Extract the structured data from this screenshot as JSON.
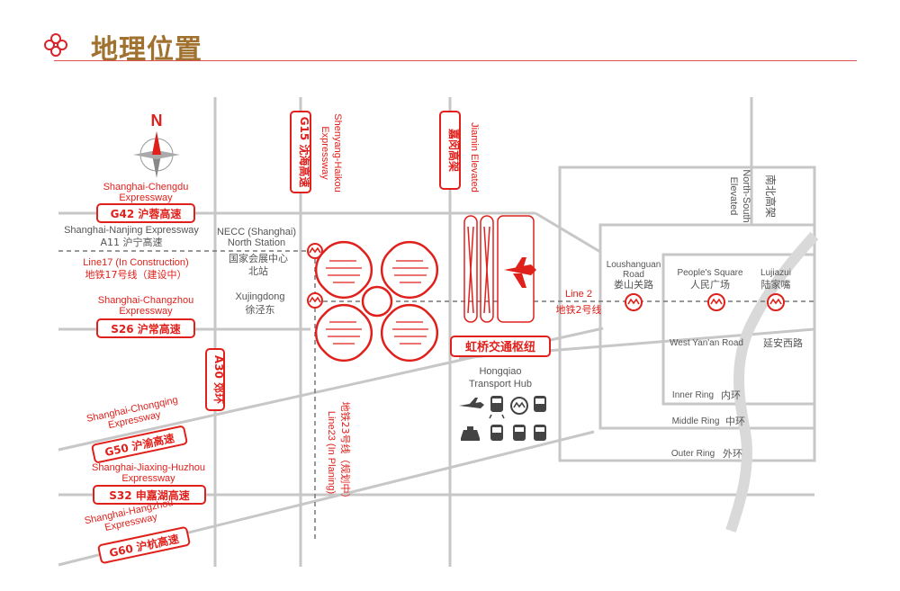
{
  "header": {
    "title": "地理位置"
  },
  "colors": {
    "road": "#c7c7c7",
    "accent": "#e0201b",
    "dark": "#444444",
    "text": "#555555",
    "title": "#a0712f"
  },
  "compass": {
    "label": "N"
  },
  "labels": {
    "g42_en_1": "Shanghai-Chengdu",
    "g42_en_2": "Expressway",
    "g42_badge": "G42 沪蓉高速",
    "a11_en": "Shanghai-Nanjing Expressway",
    "a11_cn": "A11 沪宁高速",
    "line17_en": "Line17 (In Construction)",
    "line17_cn": "地铁17号线（建设中）",
    "s26_en_1": "Shanghai-Changzhou",
    "s26_en_2": "Expressway",
    "s26_badge": "S26 沪常高速",
    "a30_badge": "A30 郊环",
    "g50_en_1": "Shanghai-Chongqing",
    "g50_en_2": "Expressway",
    "g50_badge": "G50 沪渝高速",
    "s32_en_1": "Shanghai-Jiaxing-Huzhou",
    "s32_en_2": "Expressway",
    "s32_badge": "S32 申嘉湖高速",
    "g60_en_1": "Shanghai-Hangzhou",
    "g60_en_2": "Expressway",
    "g60_badge": "G60 沪杭高速",
    "g15_badge": "G15 沈海高速",
    "g15_en_1": "Shenyang-Haikou",
    "g15_en_2": "Expressway",
    "jiamin_en": "Jiamin Elevated",
    "jiamin_badge": "嘉闵高架",
    "necc_en_1": "NECC (Shanghai)",
    "necc_en_2": "North Station",
    "necc_cn_1": "国家会展中心",
    "necc_cn_2": "北站",
    "xujing_en": "Xujingdong",
    "xujing_cn": "徐泾东",
    "line23_en": "Line23 (In Planing)",
    "line23_cn": "地铁23号线（规划中）",
    "hub_badge": "虹桥交通枢纽",
    "hub_en_1": "Hongqiao",
    "hub_en_2": "Transport Hub",
    "line2_en": "Line 2",
    "line2_cn": "地铁2号线",
    "lousha_en_1": "Loushanguan",
    "lousha_en_2": "Road",
    "lousha_cn": "娄山关路",
    "peoples_en": "People's Square",
    "peoples_cn": "人民广场",
    "lujia_en": "Lujiazui",
    "lujia_cn": "陆家嘴",
    "ns_en_1": "North-South",
    "ns_en_2": "Elevated",
    "ns_cn": "南北高架",
    "yanan_en": "West Yan'an Road",
    "yanan_cn": "延安西路",
    "inner_en": "Inner Ring",
    "inner_cn": "内环",
    "middle_en": "Middle Ring",
    "middle_cn": "中环",
    "outer_en": "Outer Ring",
    "outer_cn": "外环"
  },
  "icons": [
    "airplane-icon",
    "train-icon",
    "metro-icon",
    "bus-icon",
    "taxi-icon",
    "coach-icon",
    "tram-icon",
    "rail-icon"
  ]
}
